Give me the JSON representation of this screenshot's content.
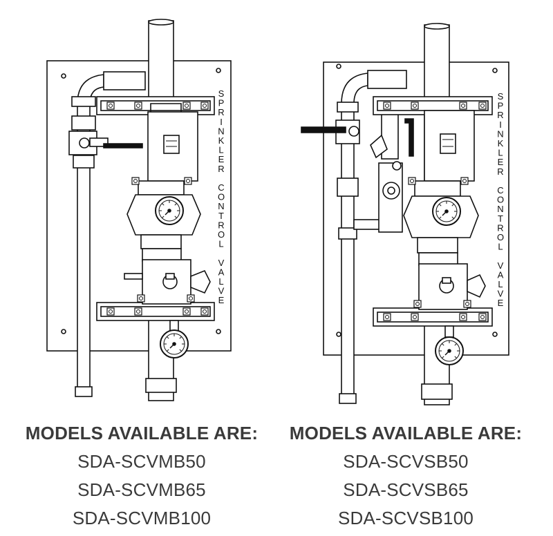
{
  "left_unit": {
    "vertical_label": "SPRINKLER CONTROL VALVE",
    "caption_heading": "MODELS AVAILABLE ARE:",
    "models": [
      "SDA-SCVMB50",
      "SDA-SCVMB65",
      "SDA-SCVMB100"
    ]
  },
  "right_unit": {
    "vertical_label": "SPRINKLER CONTROL VALVE",
    "caption_heading": "MODELS AVAILABLE ARE:",
    "models": [
      "SDA-SCVSB50",
      "SDA-SCVSB65",
      "SDA-SCVSB100"
    ]
  },
  "colors": {
    "line": "#111111",
    "fill": "#ffffff",
    "text": "#3a3a3a"
  }
}
